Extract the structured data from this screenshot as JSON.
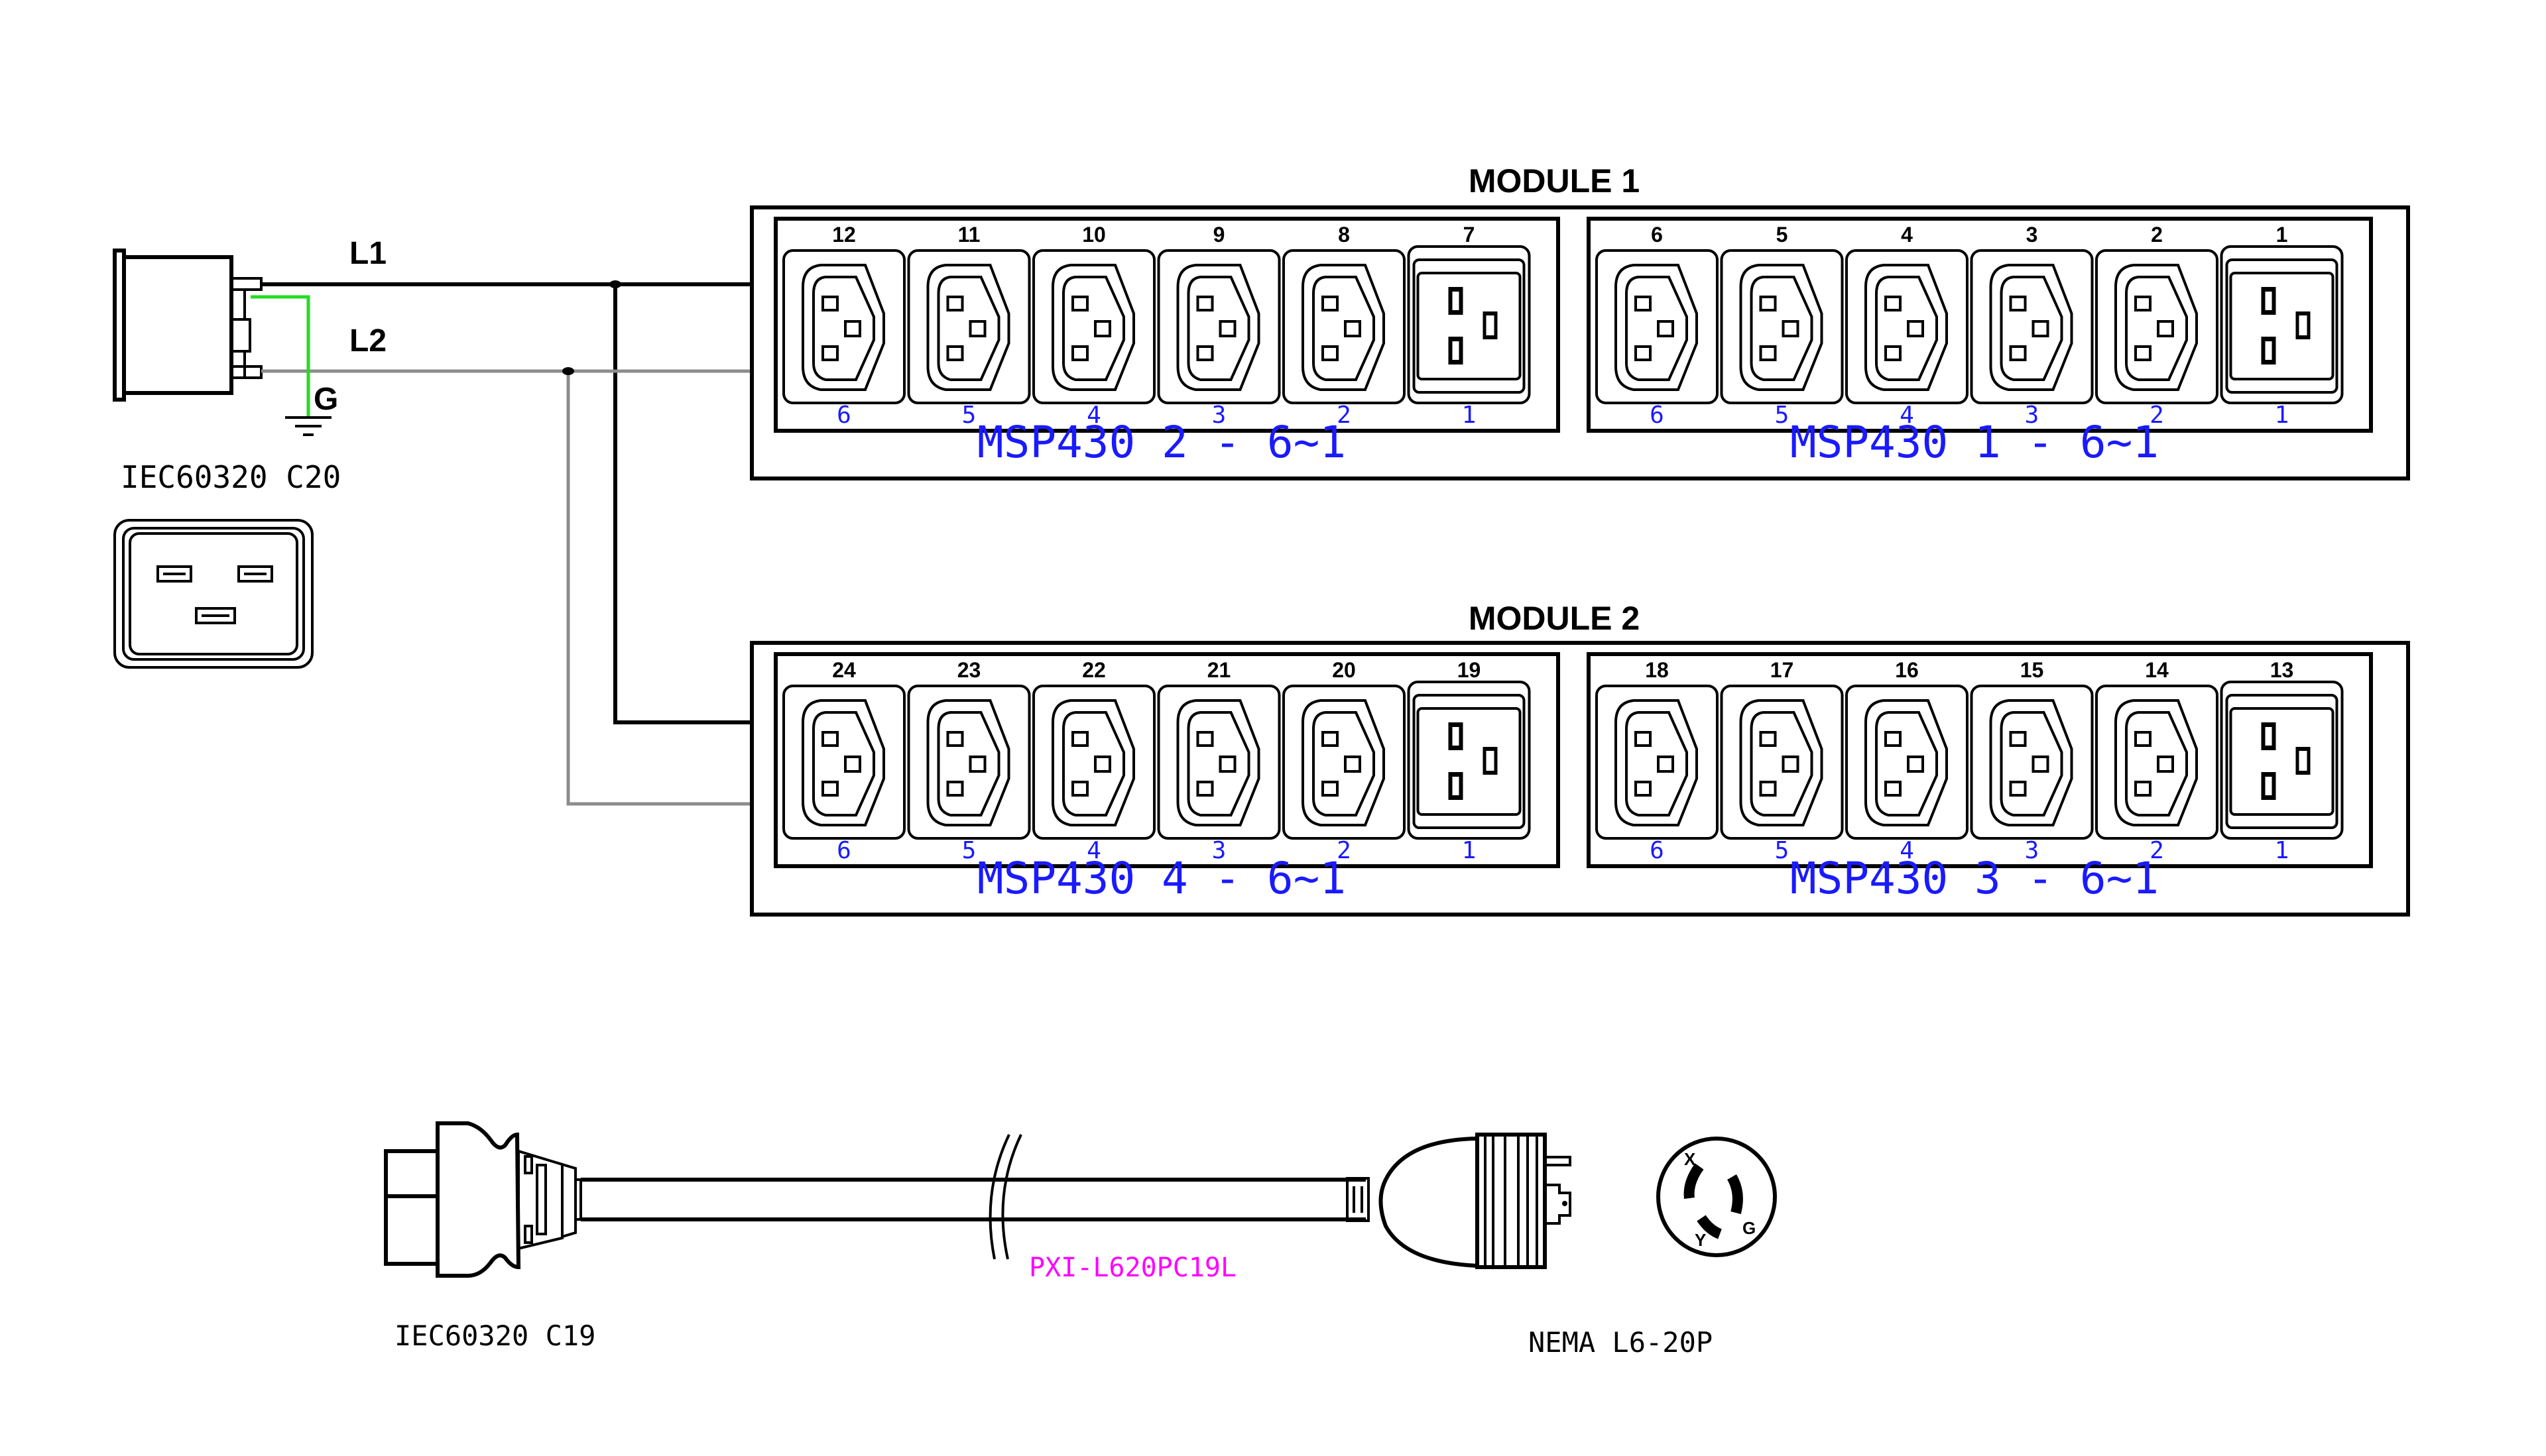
{
  "colors": {
    "line": "#000000",
    "l2_wire": "#8c8c8c",
    "ground_wire": "#22dd22",
    "outlet_sub_label": "#1a1aff",
    "cable_part_number": "#ff00ff"
  },
  "input": {
    "l1_label": "L1",
    "l2_label": "L2",
    "ground_label": "G",
    "inlet_label": "IEC60320 C20"
  },
  "modules": [
    {
      "title": "MODULE 1",
      "groups": [
        {
          "name": "MSP430 2 - 6~1",
          "outlets": [
            {
              "number": "12",
              "sub": "6",
              "type": "C13"
            },
            {
              "number": "11",
              "sub": "5",
              "type": "C13"
            },
            {
              "number": "10",
              "sub": "4",
              "type": "C13"
            },
            {
              "number": "9",
              "sub": "3",
              "type": "C13"
            },
            {
              "number": "8",
              "sub": "2",
              "type": "C13"
            },
            {
              "number": "7",
              "sub": "1",
              "type": "C19"
            }
          ]
        },
        {
          "name": "MSP430 1 - 6~1",
          "outlets": [
            {
              "number": "6",
              "sub": "6",
              "type": "C13"
            },
            {
              "number": "5",
              "sub": "5",
              "type": "C13"
            },
            {
              "number": "4",
              "sub": "4",
              "type": "C13"
            },
            {
              "number": "3",
              "sub": "3",
              "type": "C13"
            },
            {
              "number": "2",
              "sub": "2",
              "type": "C13"
            },
            {
              "number": "1",
              "sub": "1",
              "type": "C19"
            }
          ]
        }
      ]
    },
    {
      "title": "MODULE 2",
      "groups": [
        {
          "name": "MSP430 4 - 6~1",
          "outlets": [
            {
              "number": "24",
              "sub": "6",
              "type": "C13"
            },
            {
              "number": "23",
              "sub": "5",
              "type": "C13"
            },
            {
              "number": "22",
              "sub": "4",
              "type": "C13"
            },
            {
              "number": "21",
              "sub": "3",
              "type": "C13"
            },
            {
              "number": "20",
              "sub": "2",
              "type": "C13"
            },
            {
              "number": "19",
              "sub": "1",
              "type": "C19"
            }
          ]
        },
        {
          "name": "MSP430 3 - 6~1",
          "outlets": [
            {
              "number": "18",
              "sub": "6",
              "type": "C13"
            },
            {
              "number": "17",
              "sub": "5",
              "type": "C13"
            },
            {
              "number": "16",
              "sub": "4",
              "type": "C13"
            },
            {
              "number": "15",
              "sub": "3",
              "type": "C13"
            },
            {
              "number": "14",
              "sub": "2",
              "type": "C13"
            },
            {
              "number": "13",
              "sub": "1",
              "type": "C19"
            }
          ]
        }
      ]
    }
  ],
  "cable": {
    "connector_a_label": "IEC60320 C19",
    "part_number": "PXI-L620PC19L",
    "connector_b_label": "NEMA L6-20P",
    "plug_face_pins": [
      "X",
      "Y",
      "G"
    ]
  }
}
